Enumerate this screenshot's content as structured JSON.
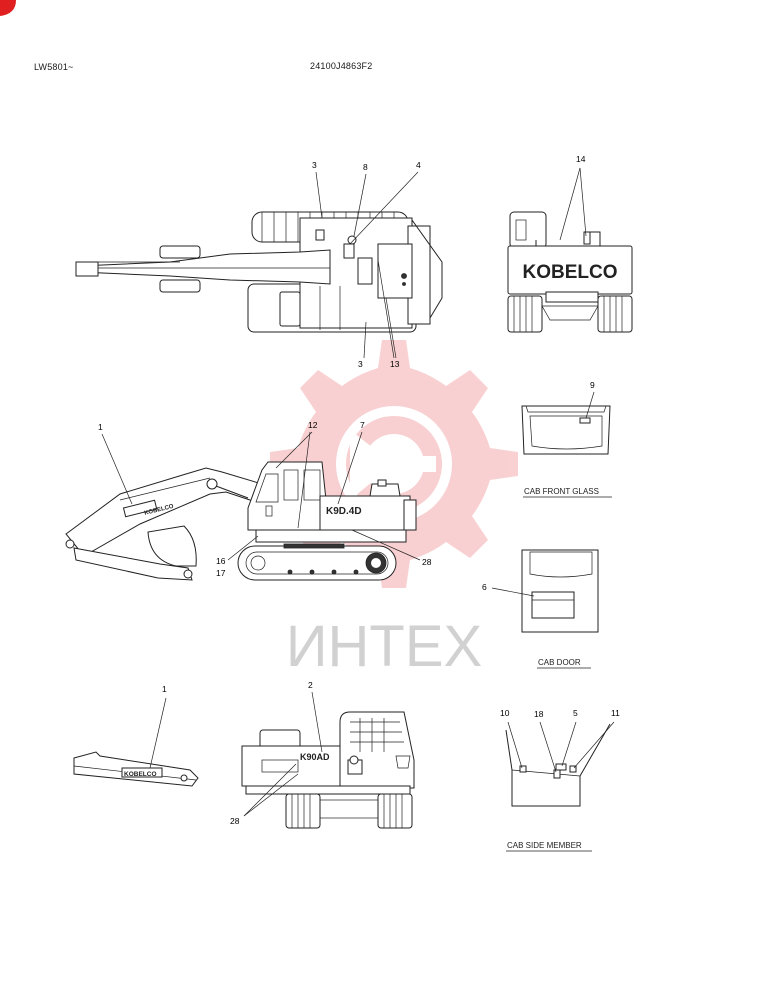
{
  "header": {
    "left_code": "LW5801~",
    "center_code": "24100J4863F2"
  },
  "watermark": {
    "text": "ИНТЕХ",
    "color": "#e8474c"
  },
  "brand": {
    "rear_logo": "KOBELCO",
    "side_decal": "K9D.4D",
    "arm_decal": "KOBELCO",
    "counterweight_decal": "K90AD"
  },
  "captions": {
    "cab_front_glass": "CAB FRONT GLASS",
    "cab_door": "CAB DOOR",
    "cab_side_member": "CAB SIDE MEMBER"
  },
  "callouts": {
    "top_3a": "3",
    "top_8": "8",
    "top_4": "4",
    "top_3b": "3",
    "top_13": "13",
    "rear_14": "14",
    "side_1": "1",
    "side_12": "12",
    "side_7": "7",
    "side_16": "16",
    "side_17": "17",
    "side_28": "28",
    "glass_9": "9",
    "door_6": "6",
    "arm_1": "1",
    "cw_2": "2",
    "cw_28": "28",
    "sm_10": "10",
    "sm_18": "18",
    "sm_5": "5",
    "sm_11": "11"
  }
}
